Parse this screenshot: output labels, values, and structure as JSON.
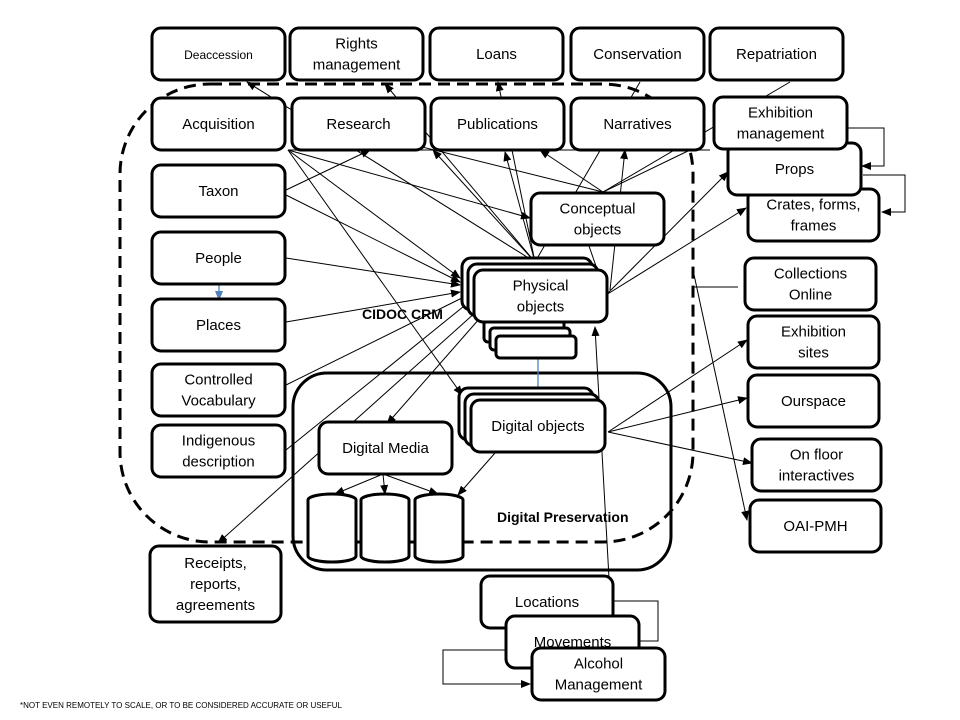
{
  "regions": {
    "cidoc_crm": "CIDOC CRM",
    "digital_preservation": "Digital Preservation"
  },
  "nodes": {
    "deaccession": "Deaccession",
    "rights_management": [
      "Rights",
      "management"
    ],
    "loans": "Loans",
    "conservation": "Conservation",
    "repatriation": "Repatriation",
    "acquisition": "Acquisition",
    "research": "Research",
    "publications": "Publications",
    "narratives": "Narratives",
    "exhibition_management": [
      "Exhibition",
      "management"
    ],
    "props": "Props",
    "crates_forms_frames": [
      "Crates, forms,",
      "frames"
    ],
    "taxon": "Taxon",
    "conceptual_objects": [
      "Conceptual",
      "objects"
    ],
    "people": "People",
    "physical_objects": [
      "Physical",
      "objects"
    ],
    "places": "Places",
    "controlled_vocabulary": [
      "Controlled",
      "Vocabulary"
    ],
    "indigenous_description": [
      "Indigenous",
      "description"
    ],
    "digital_media": "Digital Media",
    "digital_objects": "Digital objects",
    "collections_online": [
      "Collections",
      "Online"
    ],
    "exhibition_sites": [
      "Exhibition",
      "sites"
    ],
    "ourspace": "Ourspace",
    "on_floor_interactives": [
      "On floor",
      "interactives"
    ],
    "oai_pmh": "OAI-PMH",
    "receipts": [
      "Receipts,",
      "reports,",
      "agreements"
    ],
    "locations": "Locations",
    "movements": "Movements",
    "alcohol_management": [
      "Alcohol",
      "Management"
    ]
  },
  "footnote": "*NOT EVEN REMOTELY TO SCALE, OR TO BE CONSIDERED ACCURATE OR USEFUL",
  "colors": {
    "stroke": "#000000",
    "blue_arrow": "#4f81bd"
  }
}
